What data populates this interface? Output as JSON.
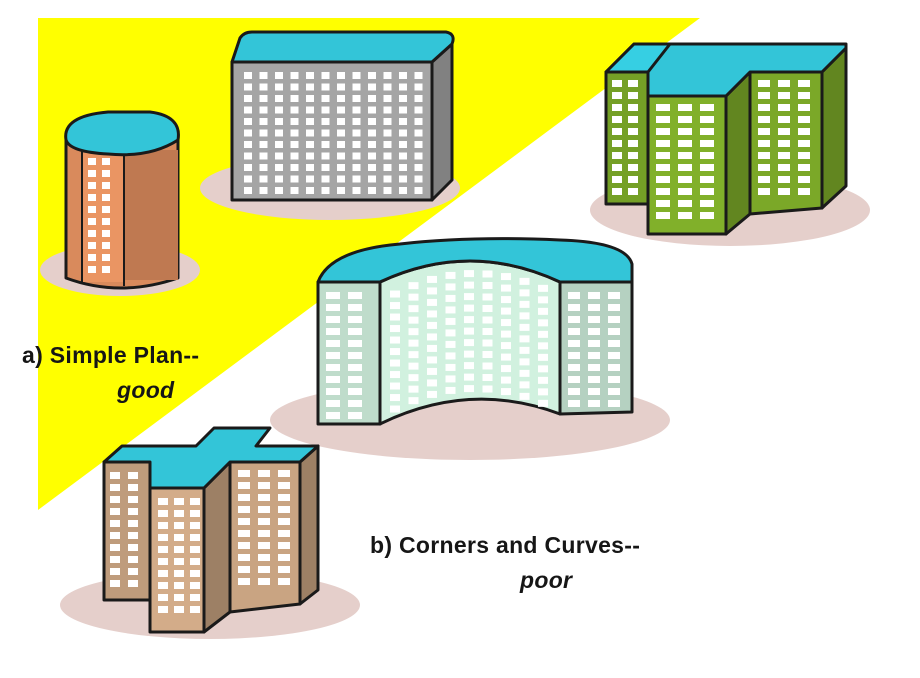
{
  "captions": {
    "simple": {
      "label": "a) Simple Plan--",
      "verdict": "good"
    },
    "complex": {
      "label": "b) Corners and Curves--",
      "verdict": "poor"
    }
  },
  "colors": {
    "background_triangle": "#ffff00",
    "roof": "#33c5d8",
    "shadow": "#e5cfcb",
    "cylinder_building": "#d98a5c",
    "box_building": "#a5a5a5",
    "tee_building": "#7ba828",
    "curved_building": "#c9e8d6",
    "cross_building": "#c9a482",
    "window": "#ffffff",
    "outline": "#1a1a1a"
  },
  "illustrations": [
    "simple-cylinder-building",
    "simple-box-building",
    "complex-tee-building",
    "complex-curved-building",
    "complex-cross-building"
  ]
}
